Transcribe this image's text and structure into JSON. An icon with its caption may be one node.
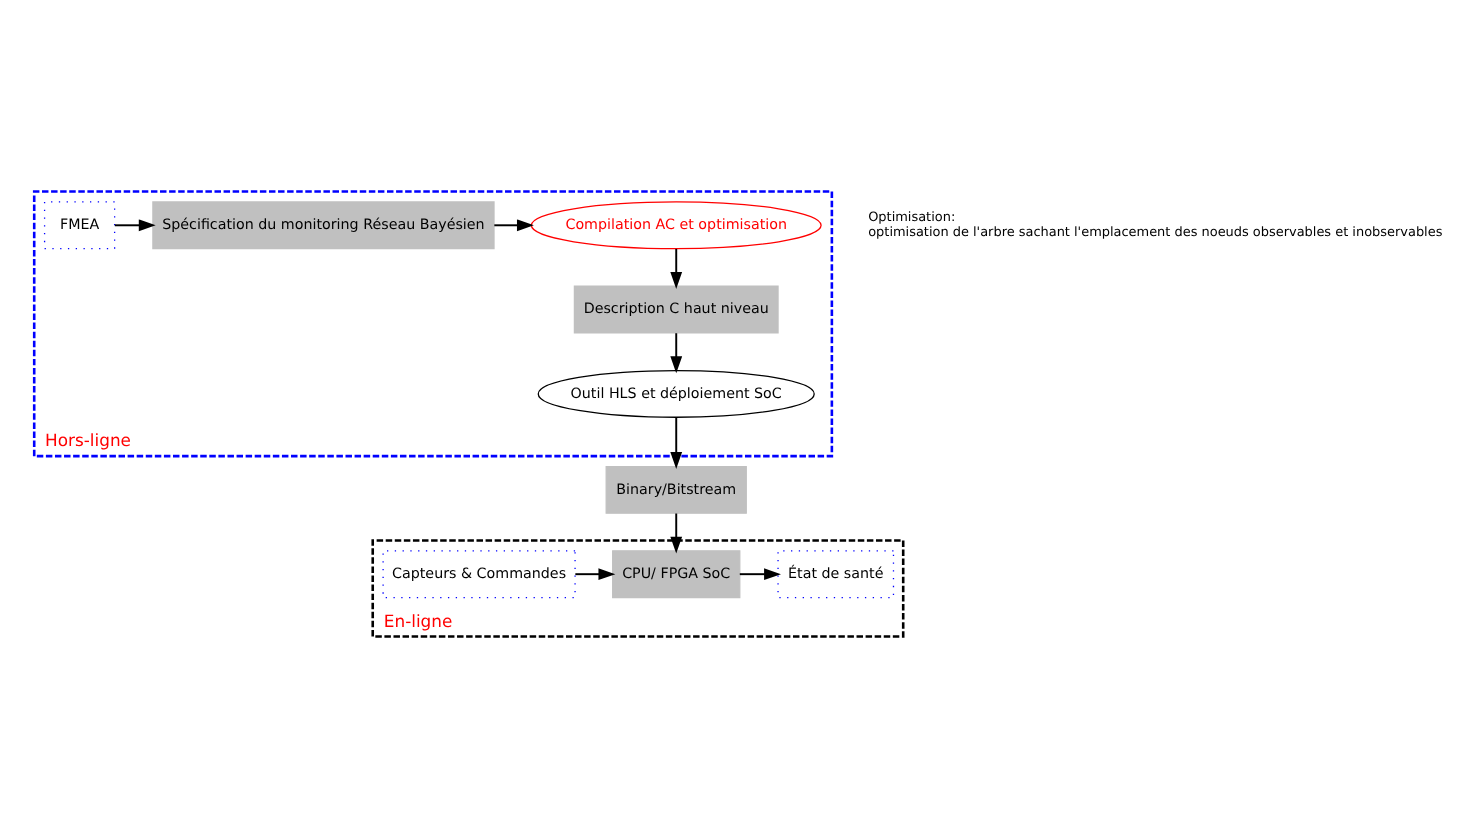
{
  "diagram": {
    "nodes": [
      {
        "text": [
          "Hors-ligne"
        ]
      },
      {
        "text": [
          "FMEA"
        ],
        "in": 0
      },
      {
        "text": [
          "Spécification du monitoring Réseau Bayésien"
        ],
        "in": 0
      },
      {
        "text": [
          "Compilation AC et optimisation"
        ],
        "in": 0
      },
      {
        "text": [
          "Description C haut niveau"
        ],
        "in": 0
      },
      {
        "text": [
          "Outil HLS et déploiement SoC"
        ],
        "in": 0
      },
      {
        "text": [
          "Binary/Bitstream"
        ]
      },
      {
        "text": [
          "En-ligne"
        ]
      },
      {
        "text": [
          "Capteurs & Commandes"
        ],
        "in": 7
      },
      {
        "text": [
          "CPU/ FPGA SoC"
        ],
        "in": 7
      },
      {
        "text": [
          "État de santé"
        ],
        "in": 7
      }
    ],
    "edges": [
      {
        "from": 1,
        "to": 2,
        "arrow": "to"
      },
      {
        "from": 2,
        "to": 3,
        "arrow": "to"
      },
      {
        "from": 3,
        "to": 4,
        "arrow": "to"
      },
      {
        "from": 4,
        "to": 5,
        "arrow": "to"
      },
      {
        "from": 5,
        "to": 6,
        "arrow": "to"
      },
      {
        "from": 6,
        "to": 9,
        "arrow": "to"
      },
      {
        "from": 8,
        "to": 9,
        "arrow": "to"
      },
      {
        "from": 9,
        "to": 10,
        "arrow": "to"
      }
    ],
    "labels": [
      "Optimisation:",
      "optimisation de l'arbre sachant l'emplacement des noeuds observables et inobservables"
    ]
  }
}
